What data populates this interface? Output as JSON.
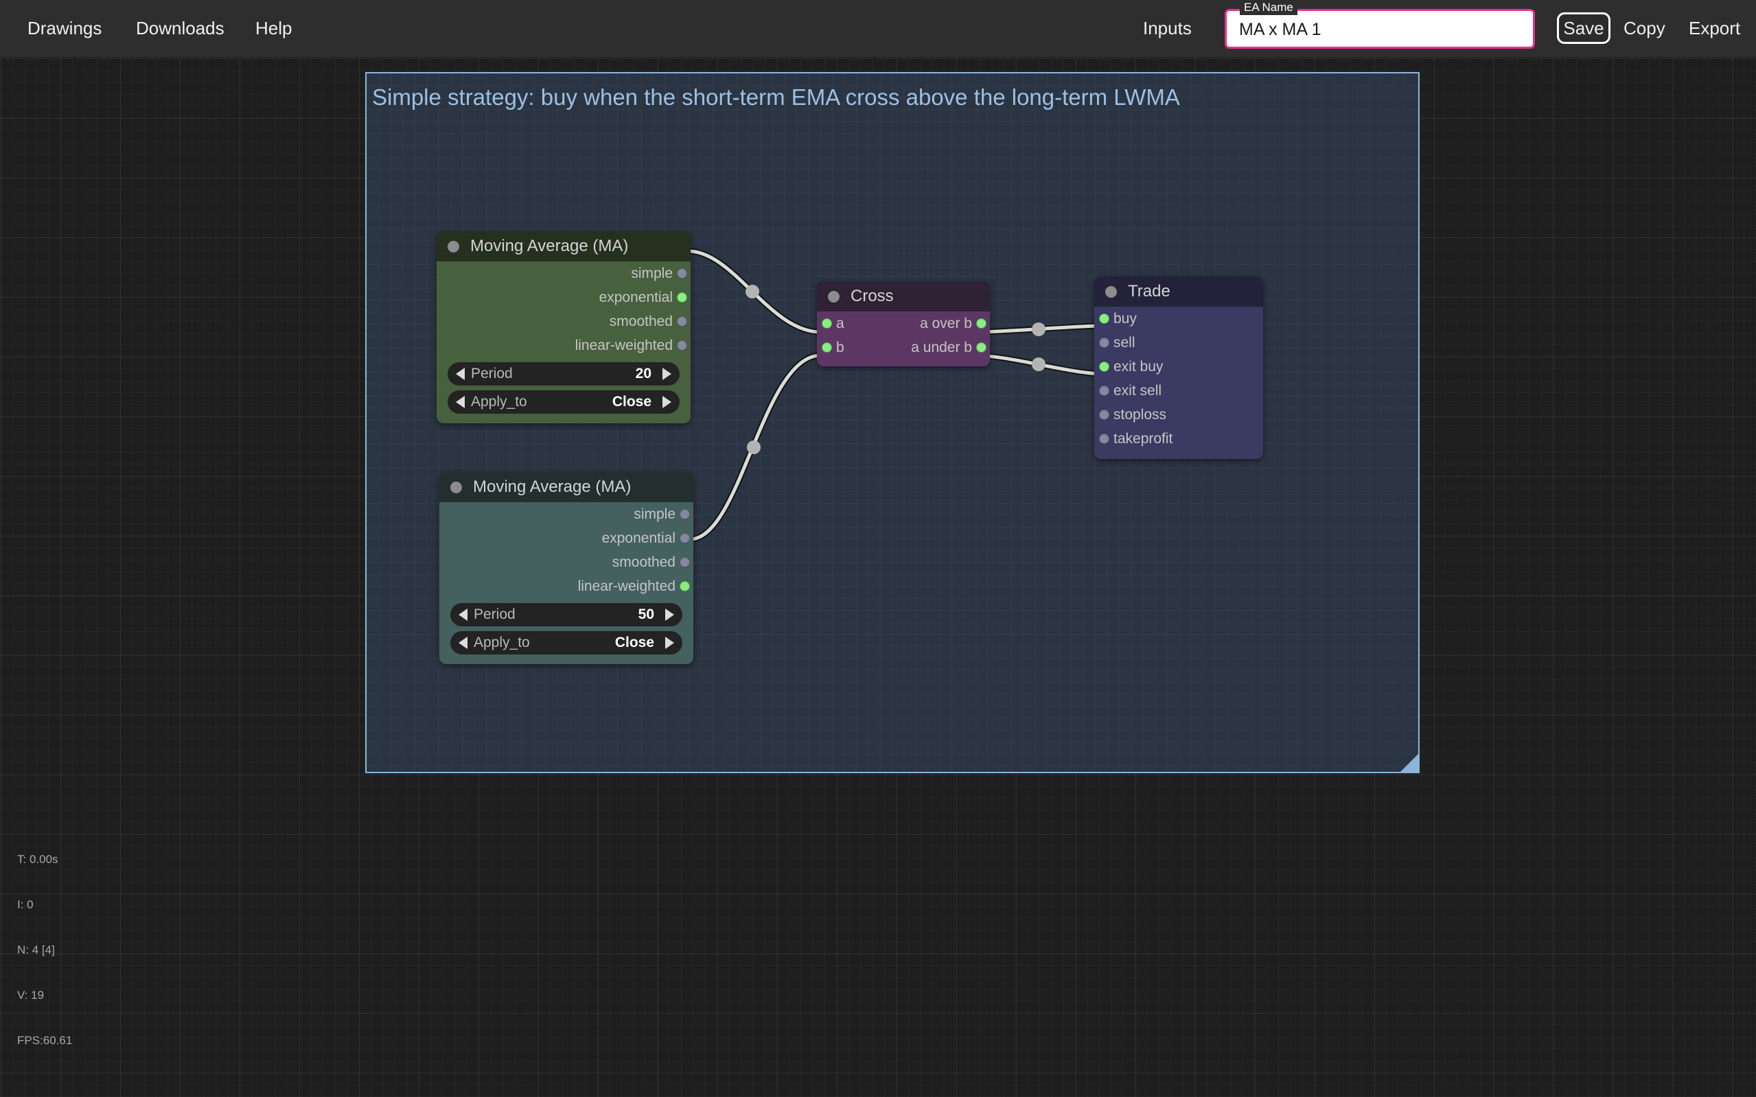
{
  "toolbar": {
    "menu": [
      {
        "label": "Drawings"
      },
      {
        "label": "Downloads"
      },
      {
        "label": "Help"
      }
    ],
    "inputs_label": "Inputs",
    "ea_name_label": "EA Name",
    "ea_name_value": "MA x MA 1",
    "save_label": "Save",
    "copy_label": "Copy",
    "export_label": "Export",
    "accent_pink": "#e8308f"
  },
  "frame": {
    "title": "Simple strategy: buy when the short-term EMA cross above the long-term LWMA",
    "border_color": "#8bb3db",
    "fill_color": "#2b3442"
  },
  "nodes": [
    {
      "id": "ma1",
      "title": "Moving Average (MA)",
      "header_color": "#26301f",
      "body_color": "#47603d",
      "outputs": [
        {
          "label": "simple",
          "connected": false
        },
        {
          "label": "exponential",
          "connected": true
        },
        {
          "label": "smoothed",
          "connected": false
        },
        {
          "label": "linear-weighted",
          "connected": false
        }
      ],
      "widgets": [
        {
          "label": "Period",
          "value": "20"
        },
        {
          "label": "Apply_to",
          "value": "Close"
        }
      ]
    },
    {
      "id": "ma2",
      "title": "Moving Average (MA)",
      "header_color": "#232f2d",
      "body_color": "#44605f",
      "outputs": [
        {
          "label": "simple",
          "connected": false
        },
        {
          "label": "exponential",
          "connected": false
        },
        {
          "label": "smoothed",
          "connected": false
        },
        {
          "label": "linear-weighted",
          "connected": true
        }
      ],
      "widgets": [
        {
          "label": "Period",
          "value": "50"
        },
        {
          "label": "Apply_to",
          "value": "Close"
        }
      ]
    },
    {
      "id": "cross",
      "title": "Cross",
      "header_color": "#2f2234",
      "body_color": "#5d3763",
      "inputs": [
        {
          "label": "a",
          "connected": true
        },
        {
          "label": "b",
          "connected": true
        }
      ],
      "outputs": [
        {
          "label": "a over b",
          "connected": true
        },
        {
          "label": "a under b",
          "connected": true
        }
      ]
    },
    {
      "id": "trade",
      "title": "Trade",
      "header_color": "#22223a",
      "body_color": "#3b3a62",
      "inputs": [
        {
          "label": "buy",
          "connected": true
        },
        {
          "label": "sell",
          "connected": false
        },
        {
          "label": "exit buy",
          "connected": true
        },
        {
          "label": "exit sell",
          "connected": false
        },
        {
          "label": "stoploss",
          "connected": false
        },
        {
          "label": "takeprofit",
          "connected": false
        }
      ]
    }
  ],
  "stats": {
    "time": "T: 0.00s",
    "iterations": "I: 0",
    "nodes": "N: 4 [4]",
    "visible": "V: 19",
    "fps": "FPS:60.61"
  }
}
